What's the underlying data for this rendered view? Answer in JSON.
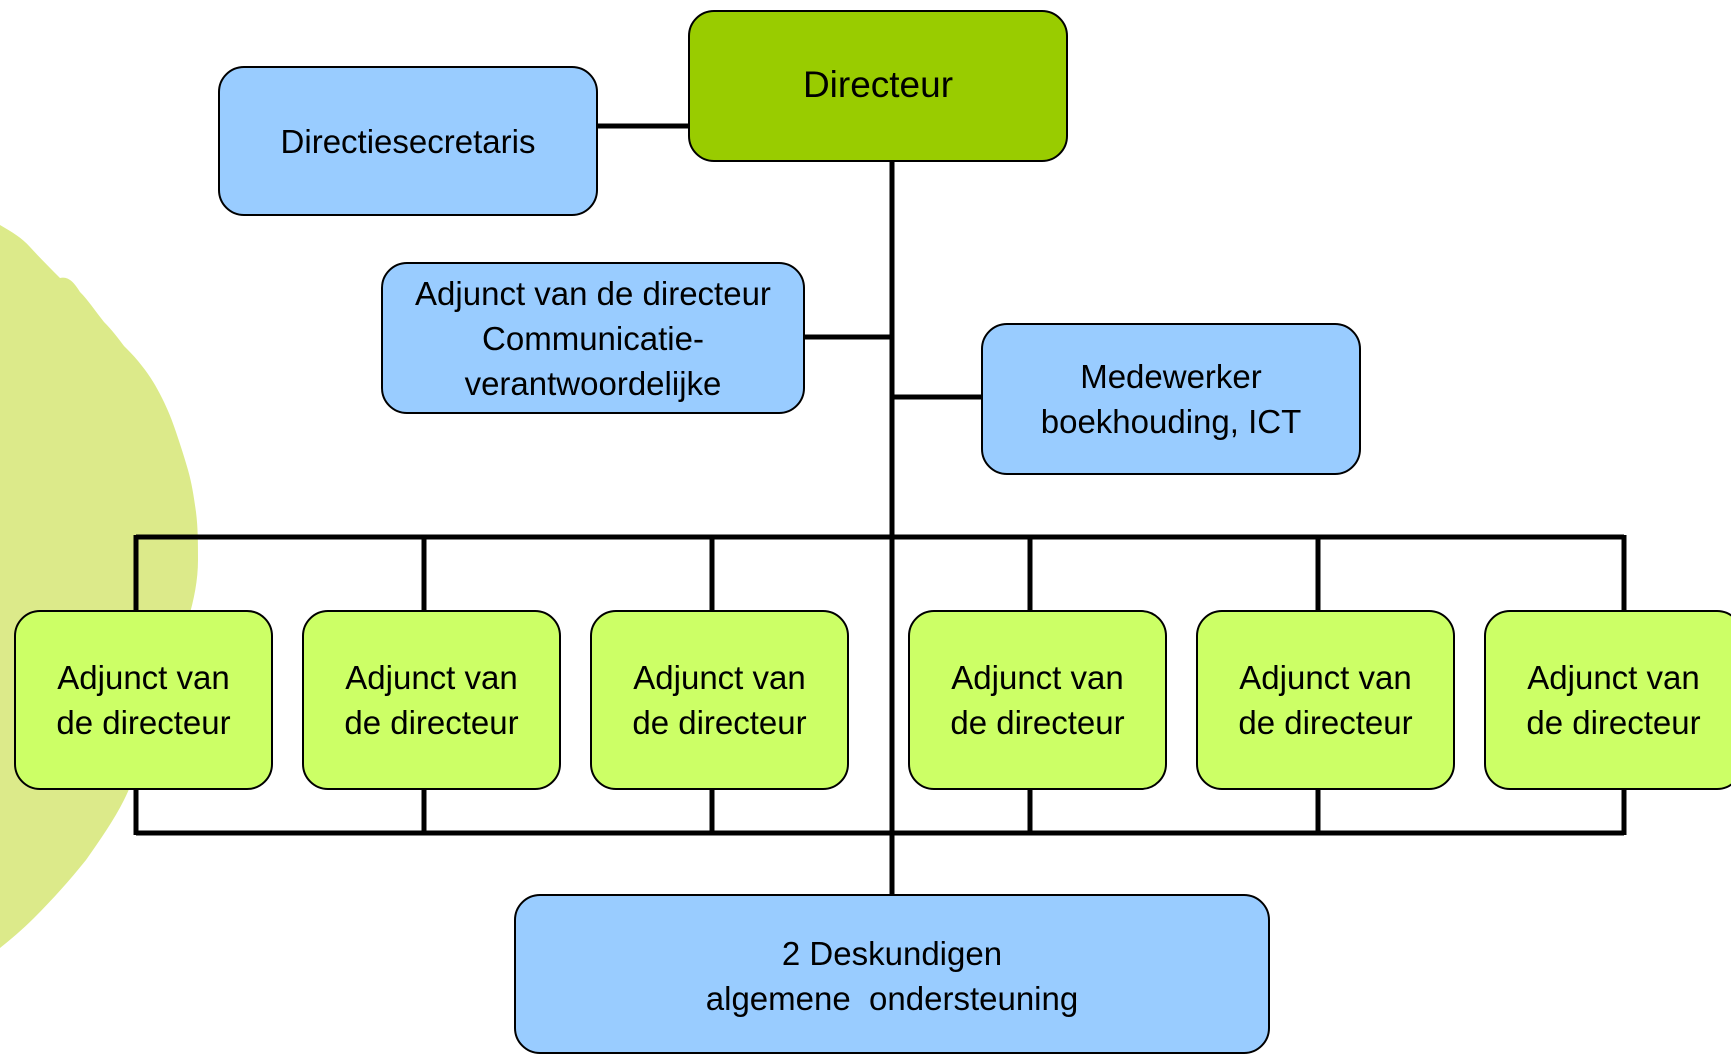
{
  "colors": {
    "director": "#99cc00",
    "staff": "#99ccff",
    "adjunct": "#ccff66",
    "leaf_background": "#dcea8a",
    "lines": "#000000"
  },
  "director": {
    "label": "Directeur"
  },
  "secretary": {
    "label": "Directiesecretaris"
  },
  "adjunct_communication": {
    "line1": "Adjunct van de directeur",
    "line2": "Communicatie-",
    "line3": "verantwoordelijke"
  },
  "medewerker": {
    "line1": "Medewerker",
    "line2": "boekhouding, ICT"
  },
  "adjuncts": [
    {
      "line1": "Adjunct van",
      "line2": "de directeur"
    },
    {
      "line1": "Adjunct van",
      "line2": "de directeur"
    },
    {
      "line1": "Adjunct van",
      "line2": "de directeur"
    },
    {
      "line1": "Adjunct van",
      "line2": "de directeur"
    },
    {
      "line1": "Adjunct van",
      "line2": "de directeur"
    },
    {
      "line1": "Adjunct van",
      "line2": "de directeur"
    }
  ],
  "deskundigen": {
    "line1": "2 Deskundigen",
    "line2": "algemene  ondersteuning"
  }
}
